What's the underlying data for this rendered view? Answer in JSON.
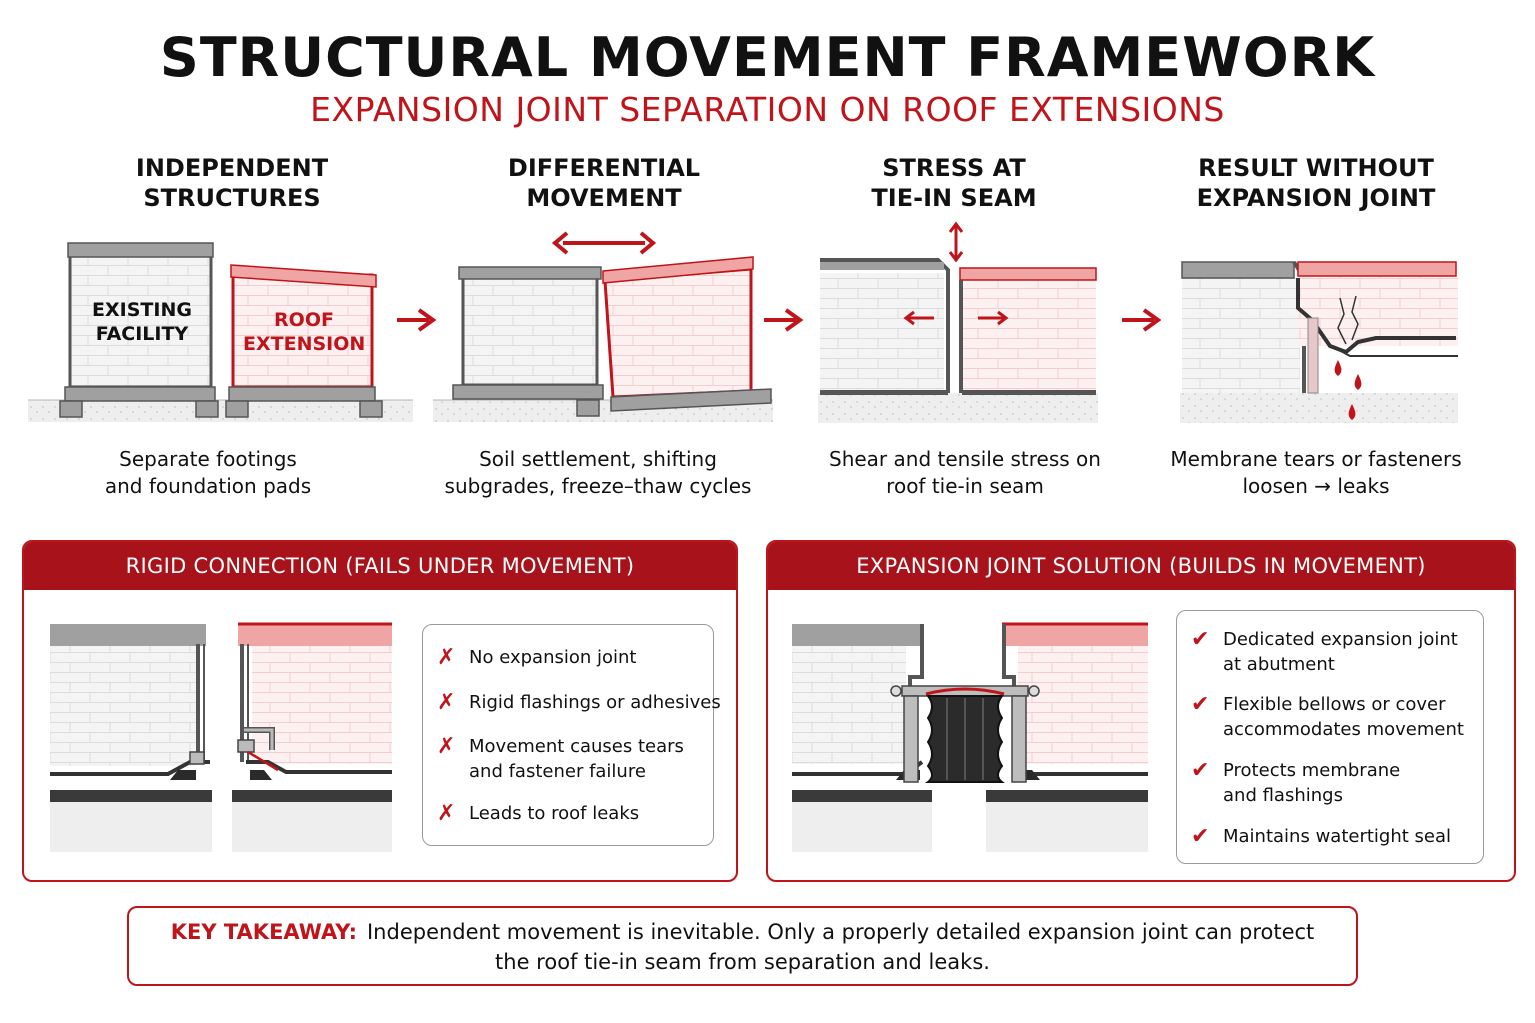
{
  "header": {
    "title": "STRUCTURAL MOVEMENT FRAMEWORK",
    "subtitle": "EXPANSION JOINT SEPARATION ON ROOF EXTENSIONS"
  },
  "stages": [
    {
      "title_lines": [
        "INDEPENDENT",
        "STRUCTURES"
      ],
      "caption_lines": [
        "Separate footings",
        "and foundation pads"
      ],
      "labels": {
        "existing": [
          "EXISTING",
          "FACILITY"
        ],
        "extension": [
          "ROOF",
          "EXTENSION"
        ]
      }
    },
    {
      "title_lines": [
        "DIFFERENTIAL",
        "MOVEMENT"
      ],
      "caption_lines": [
        "Soil settlement, shifting",
        "subgrades, freeze–thaw cycles"
      ]
    },
    {
      "title_lines": [
        "STRESS AT",
        "TIE-IN SEAM"
      ],
      "caption_lines": [
        "Shear and tensile stress on",
        "roof tie-in seam"
      ]
    },
    {
      "title_lines": [
        "RESULT WITHOUT",
        "EXPANSION JOINT"
      ],
      "caption_lines": [
        "Membrane tears or fasteners",
        "loosen → leaks"
      ]
    }
  ],
  "rigid_panel": {
    "title": "RIGID CONNECTION (FAILS UNDER MOVEMENT)",
    "items": [
      [
        "No expansion joint"
      ],
      [
        "Rigid flashings or adhesives"
      ],
      [
        "Movement causes tears",
        "and fastener failure"
      ],
      [
        "Leads to roof leaks"
      ]
    ],
    "mark": "✗"
  },
  "solution_panel": {
    "title": "EXPANSION JOINT SOLUTION (BUILDS IN MOVEMENT)",
    "items": [
      [
        "Dedicated expansion joint",
        "at abutment"
      ],
      [
        "Flexible bellows or cover",
        "accommodates movement"
      ],
      [
        "Protects membrane",
        "and flashings"
      ],
      [
        "Maintains watertight seal"
      ]
    ],
    "mark": "✔"
  },
  "takeaway": {
    "label": "KEY TAKEAWAY:",
    "line1": "Independent movement is inevitable. Only a properly detailed expansion joint can protect",
    "line2": "the roof tie-in seam from separation and leaks."
  },
  "colors": {
    "accent_red": "#c0141b",
    "header_red": "#a8121a",
    "gray_roof": "#9a9a9a",
    "light_pink": "#fbe4e4"
  },
  "icons": {
    "flow_arrow": "right-arrow-icon",
    "movement_arrow": "double-arrow-icon",
    "fail_mark": "x-mark-icon",
    "ok_mark": "check-mark-icon"
  }
}
